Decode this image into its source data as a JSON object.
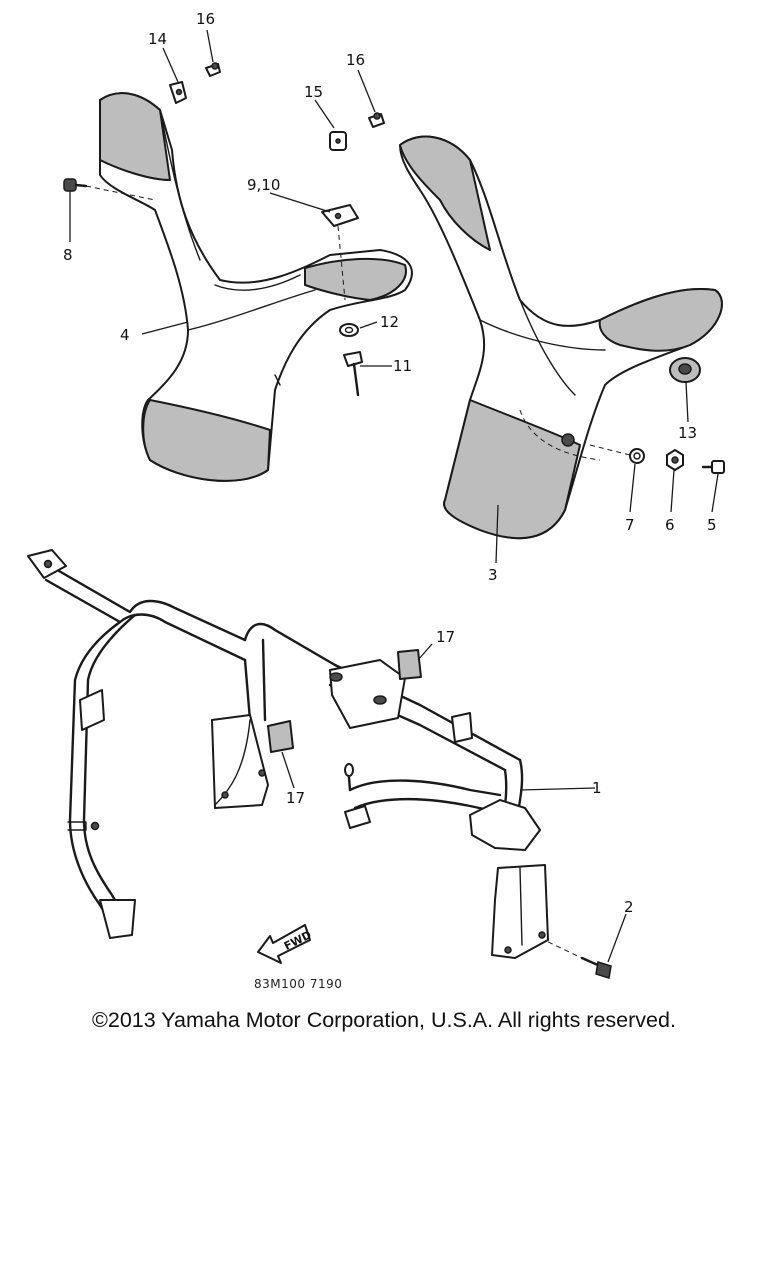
{
  "diagram": {
    "callouts": {
      "p1": "1",
      "p2": "2",
      "p3": "3",
      "p4": "4",
      "p5": "5",
      "p6": "6",
      "p7": "7",
      "p8": "8",
      "p9_10": "9,10",
      "p11": "11",
      "p12": "12",
      "p13": "13",
      "p14": "14",
      "p15": "15",
      "p16a": "16",
      "p16b": "16",
      "p17a": "17",
      "p17b": "17"
    },
    "fwd_label": "FWD",
    "drawing_code": "83M100 7190",
    "colors": {
      "ink": "#1a1a1a",
      "shading": "#bdbdbd",
      "background": "#ffffff"
    }
  },
  "footer": {
    "copyright": "©2013 Yamaha Motor Corporation, U.S.A. All rights reserved."
  }
}
